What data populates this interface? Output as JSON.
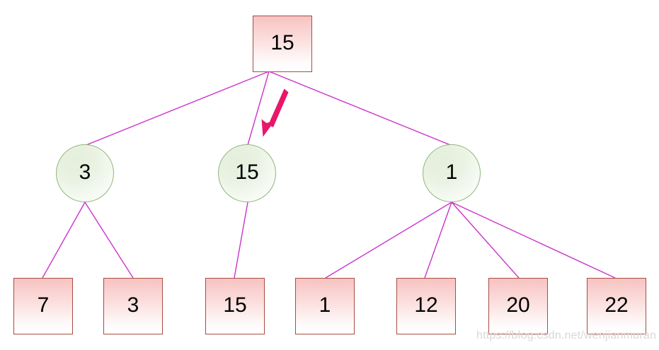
{
  "diagram": {
    "title": "Tree diagram with square root, circular internal nodes and square leaves",
    "colors": {
      "edge": "#cc33cc",
      "arrow": "#e8176a",
      "rect_border": "#a84c43",
      "rect_fill_top": "#f7c3c1",
      "rect_fill_bottom": "#ffffff",
      "circle_border": "#8fb877",
      "circle_fill_top": "#e4efdb",
      "circle_fill_bottom": "#ffffff",
      "text": "#000000",
      "watermark": "#d8d8d8"
    },
    "nodes": {
      "root": {
        "label": "15",
        "shape": "square"
      },
      "level1": [
        {
          "label": "3",
          "shape": "circle"
        },
        {
          "label": "15",
          "shape": "circle"
        },
        {
          "label": "1",
          "shape": "circle"
        }
      ],
      "level2": [
        {
          "label": "7",
          "shape": "square"
        },
        {
          "label": "3",
          "shape": "square"
        },
        {
          "label": "15",
          "shape": "square"
        },
        {
          "label": "1",
          "shape": "square"
        },
        {
          "label": "12",
          "shape": "square"
        },
        {
          "label": "20",
          "shape": "square"
        },
        {
          "label": "22",
          "shape": "square"
        }
      ]
    },
    "annotation": {
      "arrow": "down-left-arrow",
      "points_to": "15"
    }
  },
  "watermark": {
    "text": "https://blog.csdn.net/wenjianmuran"
  }
}
